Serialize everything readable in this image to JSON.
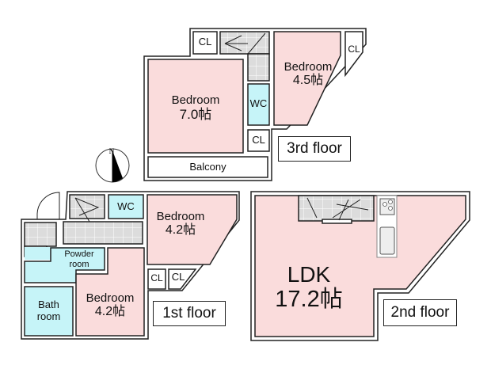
{
  "floors": {
    "third": {
      "label": "3rd floor",
      "rooms": [
        {
          "name": "Bedroom",
          "size": "7.0帖"
        },
        {
          "name": "Bedroom",
          "size": "4.5帖"
        },
        {
          "name": "WC"
        },
        {
          "name": "CL"
        },
        {
          "name": "CL"
        },
        {
          "name": "CL"
        },
        {
          "name": "Balcony"
        }
      ]
    },
    "second": {
      "label": "2nd floor",
      "rooms": [
        {
          "name": "LDK",
          "size": "17.2帖"
        }
      ]
    },
    "first": {
      "label": "1st floor",
      "rooms": [
        {
          "name": "Bedroom",
          "size": "4.2帖"
        },
        {
          "name": "Bedroom",
          "size": "4.2帖"
        },
        {
          "name": "WC"
        },
        {
          "name": "Powder",
          "name2": "room"
        },
        {
          "name": "Bath",
          "name2": "room"
        },
        {
          "name": "CL"
        },
        {
          "name": "CL"
        }
      ]
    }
  },
  "compass": {
    "label": "N"
  },
  "colors": {
    "room": "#fadcdc",
    "wet": "#c6f4f8",
    "stairs": "#dcdcdc",
    "wall": "#222222"
  }
}
